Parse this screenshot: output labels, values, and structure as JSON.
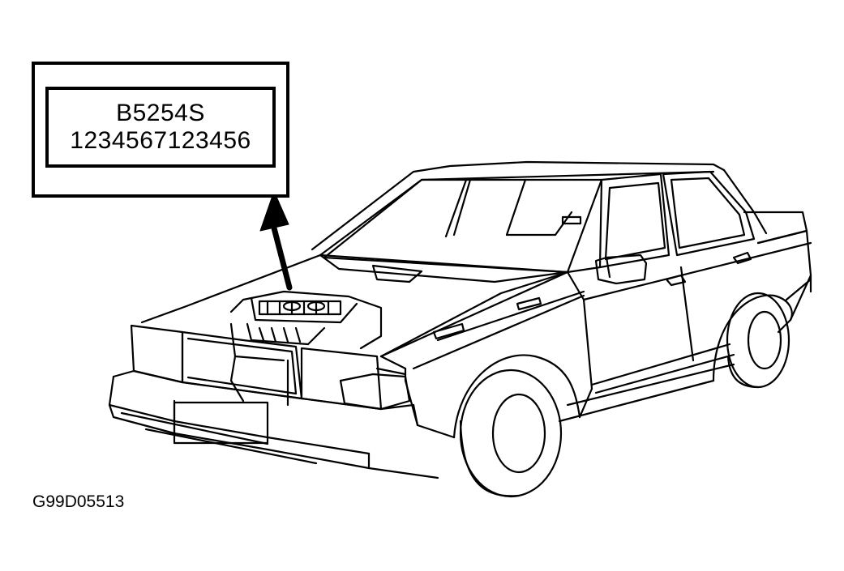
{
  "engine_label": {
    "engine_code": "B5254S",
    "serial_number": "1234567123456"
  },
  "figure_id": "G99D05513",
  "colors": {
    "line": "#000000",
    "background": "#ffffff"
  }
}
